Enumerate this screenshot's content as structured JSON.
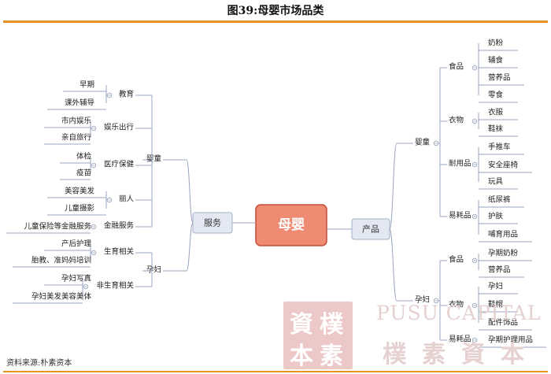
{
  "figure": {
    "title": "图39:母婴市场品类",
    "source": "资料来源:朴素资本"
  },
  "watermark": {
    "seal_chars": [
      "資",
      "樸",
      "本",
      "素"
    ],
    "text_en": "PUSU CAPITAL",
    "text_cn": "樸素資本"
  },
  "colors": {
    "accent_rule": "#e8902a",
    "root_fill": "#ef8a73",
    "root_stroke": "#c24d3a",
    "branch_fill": "#e3e8f2",
    "branch_stroke": "#a4b0c8",
    "connector": "#9aa6bf"
  },
  "mindmap": {
    "root": "母婴",
    "branches": [
      {
        "label": "服务",
        "groups": [
          {
            "label": "婴童",
            "categories": [
              {
                "label": "教育",
                "items": [
                  "早期",
                  "课外辅导"
                ]
              },
              {
                "label": "娱乐出行",
                "items": [
                  "市内娱乐",
                  "亲自旅行"
                ]
              },
              {
                "label": "医疗保健",
                "items": [
                  "体检",
                  "疫苗"
                ]
              },
              {
                "label": "丽人",
                "items": [
                  "美容美发",
                  "儿童摄影"
                ]
              },
              {
                "label": "金融服务",
                "items": [
                  "儿童保险等金融服务"
                ]
              }
            ]
          },
          {
            "label": "孕妇",
            "categories": [
              {
                "label": "生育相关",
                "items": [
                  "产后护理",
                  "胎教、准妈妈培训"
                ]
              },
              {
                "label": "非生育相关",
                "items": [
                  "孕妇写真",
                  "孕妇美发美容美体"
                ]
              }
            ]
          }
        ]
      },
      {
        "label": "产品",
        "groups": [
          {
            "label": "婴童",
            "categories": [
              {
                "label": "食品",
                "items": [
                  "奶粉",
                  "辅食",
                  "营养品",
                  "零食"
                ]
              },
              {
                "label": "衣物",
                "items": [
                  "衣服",
                  "鞋袜"
                ]
              },
              {
                "label": "耐用品",
                "items": [
                  "手推车",
                  "安全座椅",
                  "玩具"
                ]
              },
              {
                "label": "易耗品",
                "items": [
                  "纸尿裤",
                  "护肤",
                  "哺育用品"
                ]
              }
            ]
          },
          {
            "label": "孕妇",
            "categories": [
              {
                "label": "食品",
                "items": [
                  "孕期奶粉",
                  "营养品"
                ]
              },
              {
                "label": "衣物",
                "items": [
                  "孕妇",
                  "鞋帽",
                  "配件饰品"
                ]
              },
              {
                "label": "易耗品",
                "items": [
                  "孕期护理用品"
                ]
              }
            ]
          }
        ]
      }
    ]
  }
}
